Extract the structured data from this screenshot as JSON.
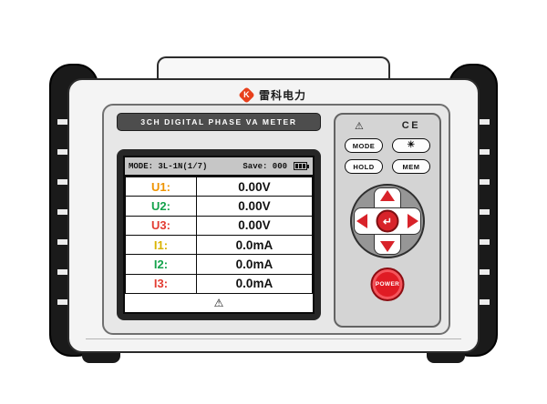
{
  "device": {
    "brand": "雷科电力",
    "logo_letter": "K",
    "title": "3CH DIGITAL PHASE VA METER"
  },
  "screen": {
    "mode_text": "MODE: 3L-1N(1/7)",
    "save_text": "Save: 000",
    "battery_icon": "battery-full-icon",
    "warning_icon": "⚠",
    "rows": [
      {
        "label": "U1:",
        "value": "0.00V",
        "color": "#ee9300"
      },
      {
        "label": "U2:",
        "value": "0.00V",
        "color": "#13a24b"
      },
      {
        "label": "U3:",
        "value": "0.00V",
        "color": "#e23b31"
      },
      {
        "label": "I1:",
        "value": "0.0mA",
        "color": "#d9b300"
      },
      {
        "label": "I2:",
        "value": "0.0mA",
        "color": "#13a24b"
      },
      {
        "label": "I3:",
        "value": "0.0mA",
        "color": "#e23b31"
      }
    ]
  },
  "controls": {
    "warning_icon": "⚠",
    "ce_mark": "CE",
    "mode_label": "MODE",
    "backlight_icon": "☀",
    "hold_label": "HOLD",
    "mem_label": "MEM",
    "enter_icon": "↵",
    "power_label": "POWER",
    "arrow_color": "#d8232a",
    "power_color": "#e01b24"
  }
}
